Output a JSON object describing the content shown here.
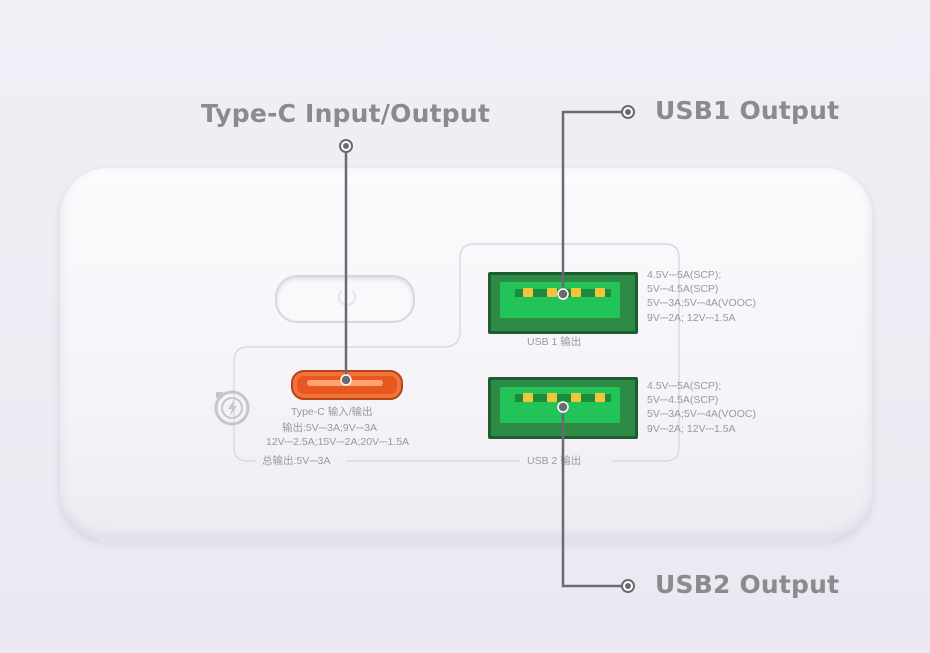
{
  "callouts": {
    "typec": "Type-C Input/Output",
    "usb1": "USB1 Output",
    "usb2": "USB2 Output"
  },
  "device": {
    "typec_label": "Type-C 输入/输出",
    "typec_spec_line1": "输出:5V⎓3A;9V⎓3A",
    "typec_spec_line2": "12V⎓2.5A;15V⎓2A;20V⎓1.5A",
    "total_output": "总输出:5V⎓3A",
    "usb1_label": "USB 1 输出",
    "usb2_label": "USB 2 输出",
    "usb1_spec": [
      "4.5V⎓5A(SCP);",
      "5V⎓4.5A(SCP)",
      "5V⎓3A;5V⎓4A(VOOC)",
      "9V⎓2A; 12V⎓1.5A"
    ],
    "usb2_spec": [
      "4.5V⎓5A(SCP);",
      "5V⎓4.5A(SCP)",
      "5V⎓3A;5V⎓4A(VOOC)",
      "9V⎓2A; 12V⎓1.5A"
    ]
  },
  "icons": {
    "power": "power-icon",
    "fast_charge": "fast-charge-icon"
  },
  "colors": {
    "typec_port": "#e8571f",
    "usb_port": "#22c45a",
    "callout_text": "#8a8a8f",
    "leader_line": "#6a6a70"
  }
}
